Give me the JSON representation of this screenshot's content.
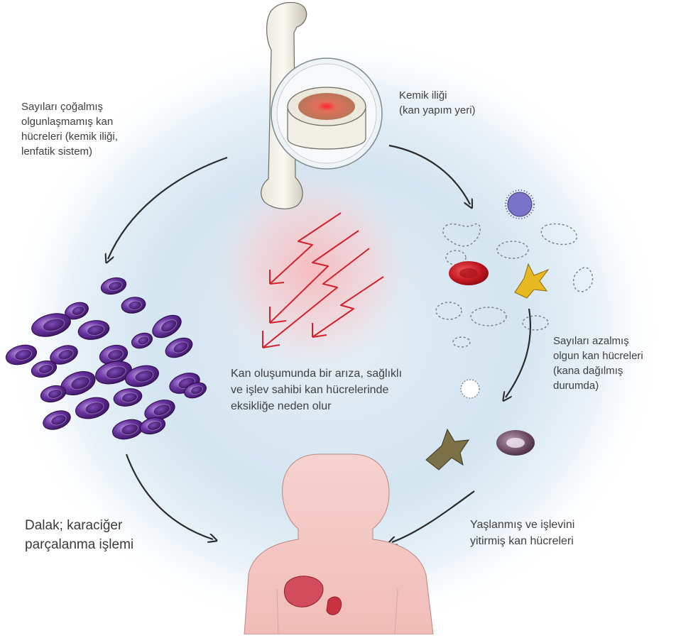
{
  "labels": {
    "bone_marrow": [
      "Kemik iliği",
      "(kan yapım yeri)"
    ],
    "immature_cells": [
      "Sayıları çoğalmış",
      "olgunlaşmamış kan",
      "hücreleri (kemik iliği,",
      "lenfatik sistem)"
    ],
    "mature_cells": [
      "Sayıları azalmış",
      "olgun kan hücreleri",
      "(kana dağılmış",
      "durumda)"
    ],
    "center_note": [
      "Kan oluşumunda bir arıza, sağlıklı",
      "ve işlev sahibi kan hücrelerinde",
      "eksikliğe neden olur"
    ],
    "spleen_liver": [
      "Dalak; karaciğer",
      "parçalanma işlemi"
    ],
    "aged_cells": [
      "Yaşlanmış ve işlevini",
      "yitirmiş kan hücreleri"
    ]
  },
  "colors": {
    "background_glow": "#dbe9f3",
    "alarm_red": "#d2232a",
    "arrow_dark": "#2b2b2b",
    "immature_cell_purple": "#5c2a86",
    "body_pink": "#f4c6c3",
    "organ_red": "#c8323f",
    "red_blood_cell": "#c81e2a",
    "platelet_yellow": "#e8b820",
    "label_text": "#3f3f3f"
  },
  "icons": [
    "femur-bone-icon",
    "bone-marrow-cross-section-icon",
    "immature-cell-cluster-icon",
    "mature-blood-cells-icon",
    "aged-blood-cells-icon",
    "human-body-icon",
    "lightning-arrow-icon"
  ]
}
